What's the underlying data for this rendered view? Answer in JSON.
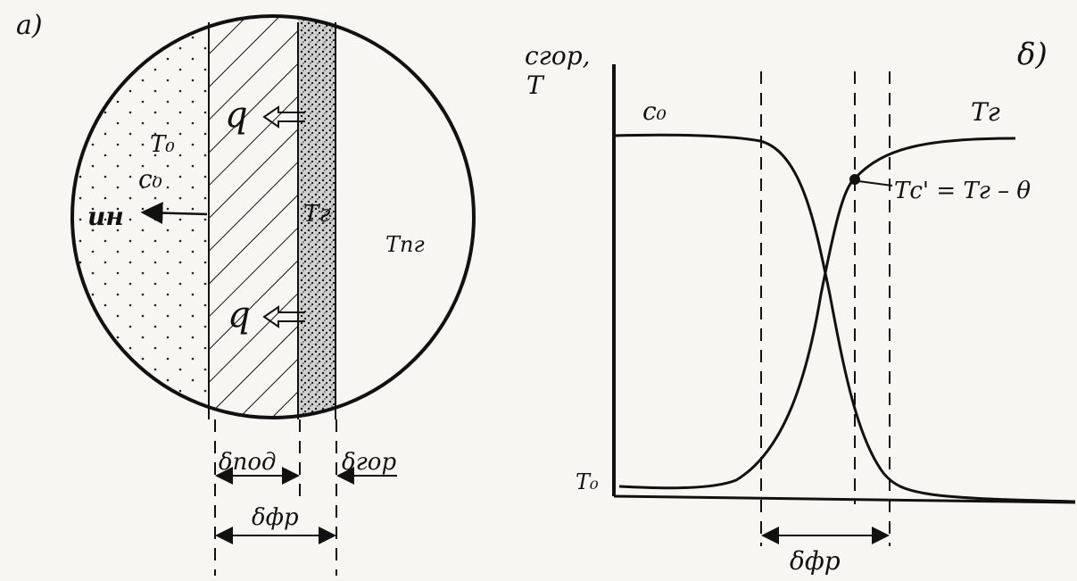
{
  "panel_a": {
    "label": "a)",
    "T0": "T₀",
    "c0": "c₀",
    "un": "uн",
    "Tg": "Tг",
    "Tpg": "Tпг",
    "q": "q",
    "delta_pod": "δпод",
    "delta_gor": "δгор",
    "delta_fr": "δфр"
  },
  "panel_b": {
    "label": "δ)",
    "y_axis_label_1": "cгор,",
    "y_axis_label_2": "T",
    "c0_label": "c₀",
    "Tg_label": "Tг",
    "T0_label": "T₀",
    "Tc_label": "Tс' = Tг – θ",
    "delta_fr": "δфр"
  },
  "colors": {
    "ink": "#111111",
    "paper": "#f7f6f2"
  }
}
